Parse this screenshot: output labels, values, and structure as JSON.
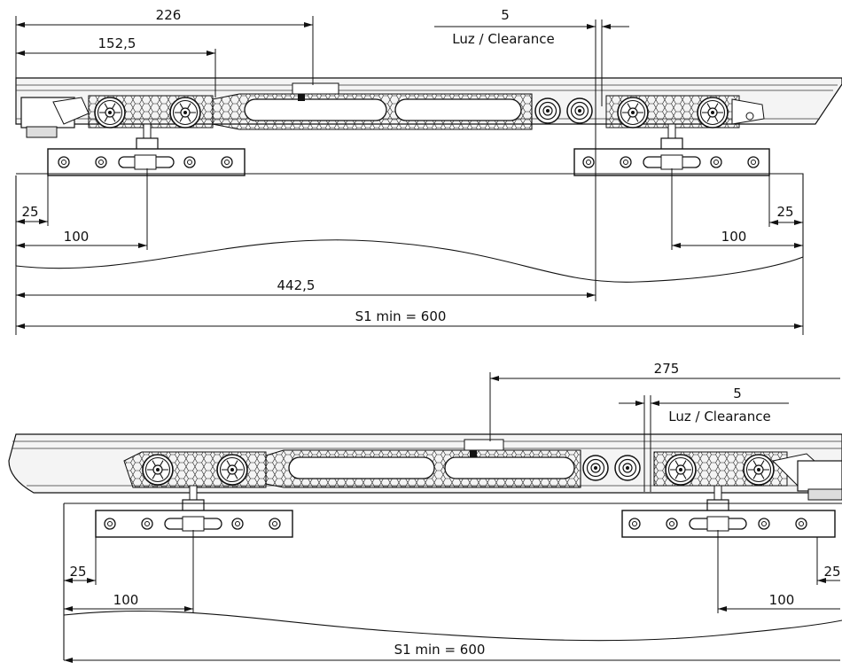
{
  "top_view": {
    "dim_226": "226",
    "dim_152_5": "152,5",
    "dim_5": "5",
    "clearance_label": "Luz / Clearance",
    "dim_25_left": "25",
    "dim_100_left": "100",
    "dim_25_right": "25",
    "dim_100_right": "100",
    "dim_442_5": "442,5",
    "dim_s1": "S1 min = 600"
  },
  "bottom_view": {
    "dim_275": "275",
    "dim_5": "5",
    "clearance_label": "Luz / Clearance",
    "dim_25_left": "25",
    "dim_100_left": "100",
    "dim_25_right": "25",
    "dim_100_right": "100",
    "dim_s1": "S1 min = 600"
  }
}
